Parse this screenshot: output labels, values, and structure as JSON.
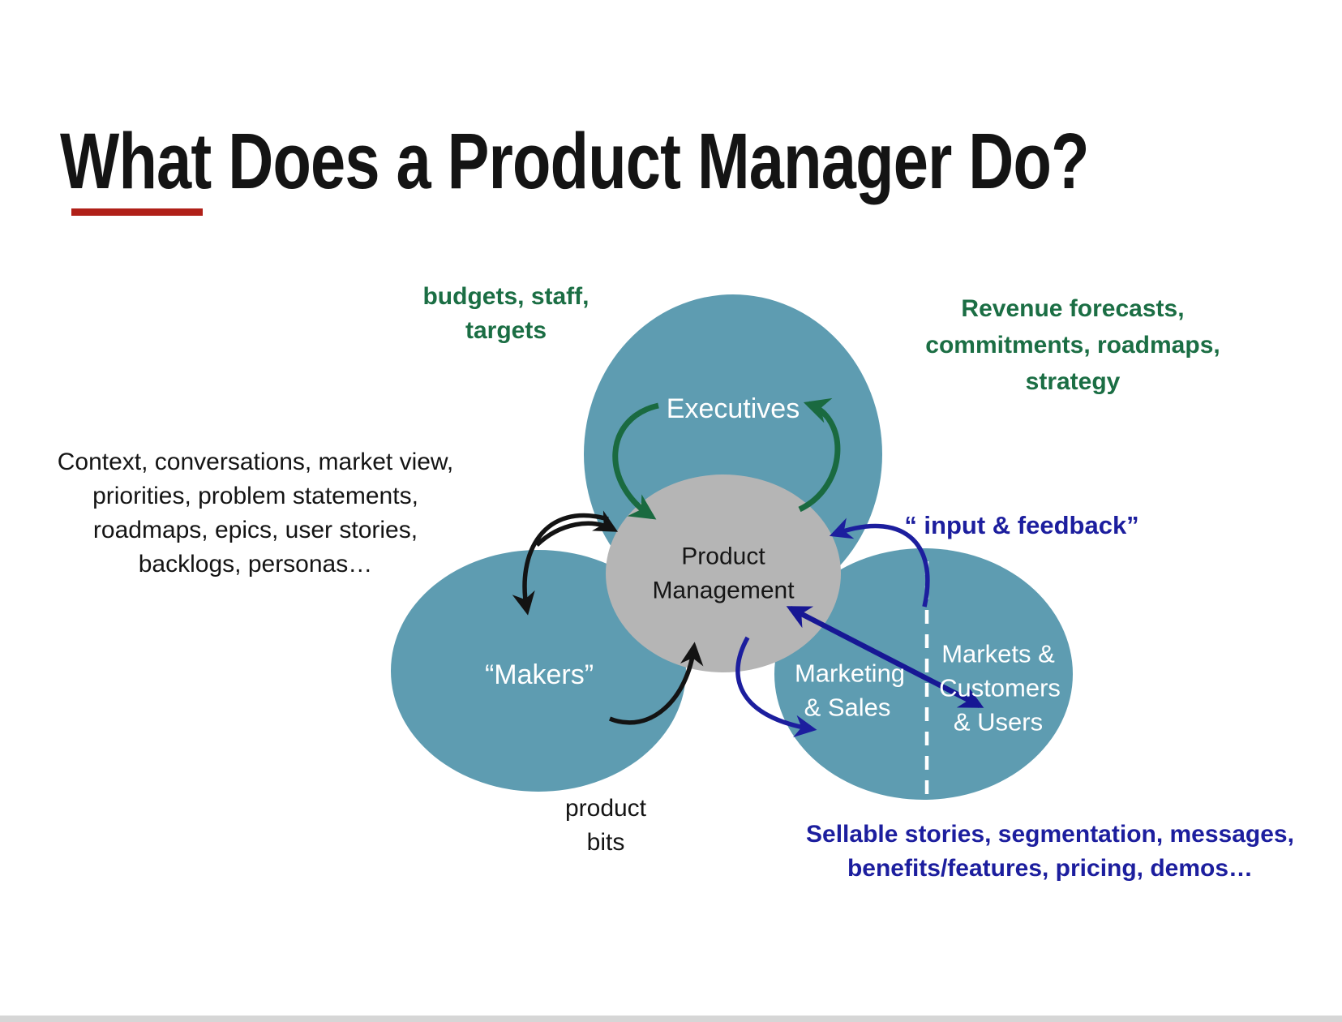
{
  "slide": {
    "title": "What Does a Product Manager Do?",
    "accent_underline_color": "#b02018",
    "background_color": "#ffffff",
    "bottom_bar_color": "#d6d6d6"
  },
  "colors": {
    "ellipse_fill": "#5e9cb1",
    "center_fill": "#b5b5b5",
    "green_text": "#1b6e44",
    "green_arrow": "#1a6a40",
    "navy_text": "#1c1e9e",
    "navy_arrow": "#1c1e9e",
    "navy_diagonal": "#171794",
    "black_arrow": "#131313",
    "divider": "#ffffff"
  },
  "nodes": {
    "product_management": {
      "line1": "Product",
      "line2": "Management"
    },
    "executives": {
      "label": "Executives"
    },
    "makers": {
      "label": "“Makers”"
    },
    "marketing_sales": {
      "line1": "Marketing",
      "line2": "& Sales"
    },
    "markets_customers_users": {
      "line1": "Markets &",
      "line2": "Customers",
      "line3": "& Users"
    }
  },
  "annotations": {
    "executives_input": {
      "lines": [
        "budgets, staff,",
        "targets"
      ]
    },
    "executives_output": {
      "lines": [
        "Revenue forecasts,",
        "commitments, roadmaps,",
        "strategy"
      ]
    },
    "makers_input": {
      "lines": [
        "Context, conversations, market view,",
        "priorities, problem statements,",
        "roadmaps, epics, user stories,",
        "backlogs, personas…"
      ]
    },
    "makers_output": {
      "lines": [
        "product",
        "bits"
      ]
    },
    "markets_input": {
      "lines": [
        "“ input & feedback”"
      ]
    },
    "marketing_output": {
      "lines": [
        "Sellable stories, segmentation, messages,",
        "benefits/features, pricing, demos…"
      ]
    }
  }
}
